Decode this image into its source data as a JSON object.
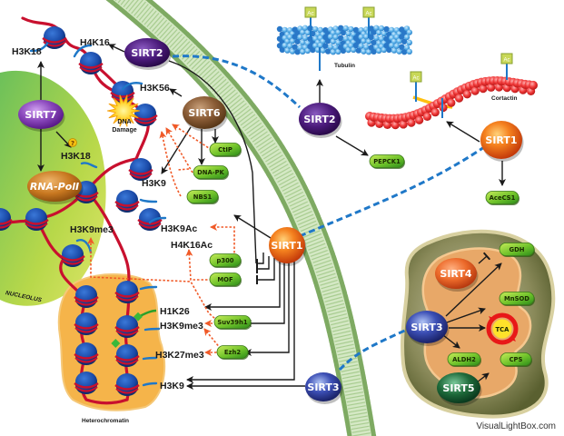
{
  "diagram": {
    "title": "Sirtuin targets and cellular localization",
    "watermark": "VisualLightBox.com"
  },
  "compartments": {
    "nucleolus": "NUCLEOLUS",
    "heterochromatin": "Heterochromatin",
    "dna_damage": [
      "DNA",
      "Damage"
    ]
  },
  "sirtuins": {
    "sirt1_nuclear": "SIRT1",
    "sirt1_cyto": "SIRT1",
    "sirt2_nuclear": "SIRT2",
    "sirt2_cyto": "SIRT2",
    "sirt3_nuclear": "SIRT3",
    "sirt3_mito": "SIRT3",
    "sirt4": "SIRT4",
    "sirt5": "SIRT5",
    "sirt6": "SIRT6",
    "sirt7": "SIRT7",
    "rna_pol": "RNA-PolI"
  },
  "histone_marks": {
    "h3k18_top": "H3K18",
    "h4k16": "H4K16",
    "h3k56": "H3K56",
    "h3k18_mid": "H3K18",
    "h3k9_a": "H3K9",
    "h3k9me3_a": "H3K9me3",
    "h3k9ac": "H3K9Ac",
    "h4k16ac": "H4K16Ac",
    "h1k26": "H1K26",
    "h3k9me3_b": "H3K9me3",
    "h3k27me3": "H3K27me3",
    "h3k9_b": "H3K9"
  },
  "targets": {
    "ctip": "CtIP",
    "dnapk": "DNA-PK",
    "nbs1": "NBS1",
    "p300": "p300",
    "mof": "MOF",
    "suv39h1": "Suv39h1",
    "ezh2": "Ezh2",
    "pepck1": "PEPCK1",
    "acecs1": "AceCS1",
    "gdh": "GDH",
    "mnsod": "MnSOD",
    "tca": "TCA",
    "aldh2": "ALDH2",
    "cps": "CPS"
  },
  "cytoskeleton": {
    "tubulin": "Tubulin",
    "cortactin": "Cortactin",
    "acetyl_tag": "Ac"
  },
  "unknown_marker": "?",
  "colors": {
    "membrane": "#8fb878",
    "sirt1": "#e8641c",
    "sirt2": "#4a1a7a",
    "sirt3": "#2a3a9a",
    "sirt4": "#e8641c",
    "sirt5": "#1e6a3a",
    "sirt6": "#7a5030",
    "sirt7": "#7a3aa8",
    "pill": "#7cc52a",
    "dashed_blue": "#1f78c8",
    "dashed_red": "#f05a28"
  }
}
